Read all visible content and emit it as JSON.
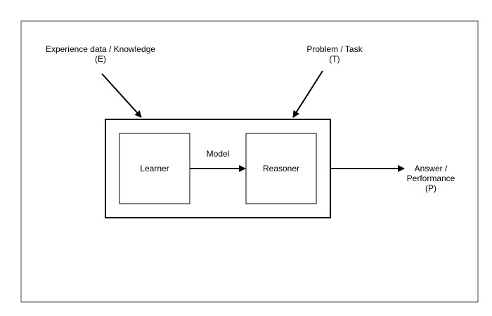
{
  "diagram": {
    "experience_label": {
      "line1": "Experience data / Knowledge",
      "line2": "(E)"
    },
    "problem_label": {
      "line1": "Problem / Task",
      "line2": "(T)"
    },
    "learner_label": "Learner",
    "reasoner_label": "Reasoner",
    "model_label": "Model",
    "answer_label": {
      "line1": "Answer /",
      "line2": "Performance",
      "line3": "(P)"
    }
  },
  "colors": {
    "stroke": "#000000",
    "frame": "#444444",
    "background": "#ffffff"
  }
}
